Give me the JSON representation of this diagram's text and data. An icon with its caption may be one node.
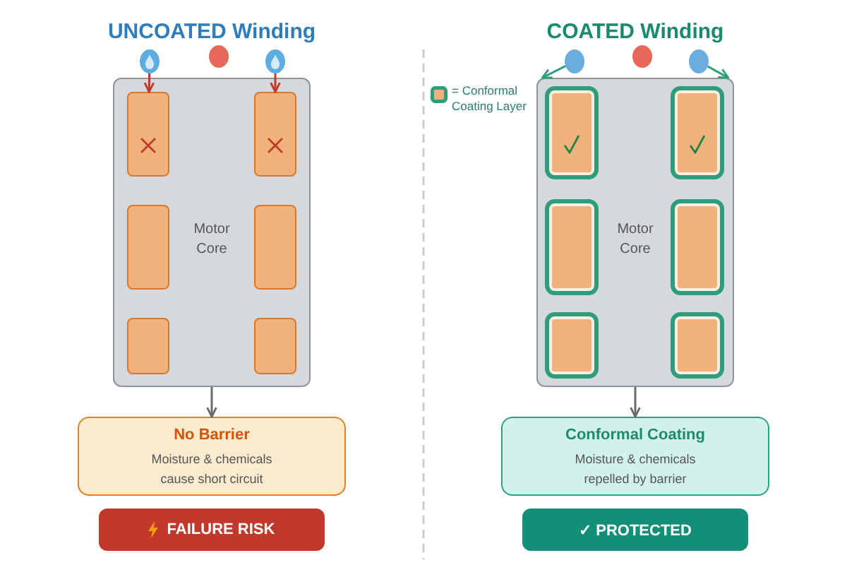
{
  "diagram": {
    "nodes": [
      {
        "text": [],
        "shape": "circle"
      },
      {
        "text": [],
        "shape": "circle"
      },
      {
        "text": [],
        "shape": "circle"
      },
      {
        "text": [
          "Motor Core"
        ]
      },
      {
        "text": [],
        "shape": "box",
        "in": 3
      },
      {
        "text": [],
        "shape": "box",
        "in": 3
      },
      {
        "text": [],
        "shape": "box",
        "in": 3
      },
      {
        "text": [],
        "shape": "box",
        "in": 3
      },
      {
        "text": [],
        "shape": "box",
        "in": 3
      },
      {
        "text": [],
        "shape": "box",
        "in": 3
      },
      {
        "text": [
          "No Barrier",
          "Moisture & chemicals cause short circuit"
        ]
      },
      {
        "text": [
          "FAILURE RISK"
        ]
      },
      {
        "text": [],
        "shape": "circle"
      },
      {
        "text": [],
        "shape": "circle"
      },
      {
        "text": [],
        "shape": "circle"
      },
      {
        "text": [
          "Motor Core"
        ]
      },
      {
        "text": [],
        "shape": "box",
        "in": 15
      },
      {
        "text": [],
        "shape": "box",
        "in": 15
      },
      {
        "text": [],
        "shape": "box",
        "in": 15
      },
      {
        "text": [],
        "shape": "box",
        "in": 15
      },
      {
        "text": [],
        "shape": "box",
        "in": 15
      },
      {
        "text": [],
        "shape": "box",
        "in": 15
      },
      {
        "text": [
          "Conformal Coating",
          "Moisture & chemicals repelled by barrier"
        ]
      },
      {
        "text": [
          "✓ PROTECTED"
        ]
      }
    ],
    "edges": [
      {
        "from": 0,
        "to": 4,
        "arrow": "to",
        "color": "#c0392b"
      },
      {
        "from": 2,
        "to": 5,
        "arrow": "to",
        "color": "#c0392b"
      },
      {
        "from": 3,
        "to": 10,
        "arrow": "to"
      },
      {
        "from": 12,
        "to": 15,
        "arrow": "to",
        "color": "#2e9e7a"
      },
      {
        "from": 14,
        "to": 15,
        "arrow": "to",
        "color": "#2e9e7a"
      },
      {
        "from": 15,
        "to": 22,
        "arrow": "to"
      }
    ],
    "labels": [
      "UNCOATED Winding",
      "COATED Winding"
    ],
    "legend": [
      {
        "text": "= Conformal Coating Layer"
      }
    ]
  }
}
